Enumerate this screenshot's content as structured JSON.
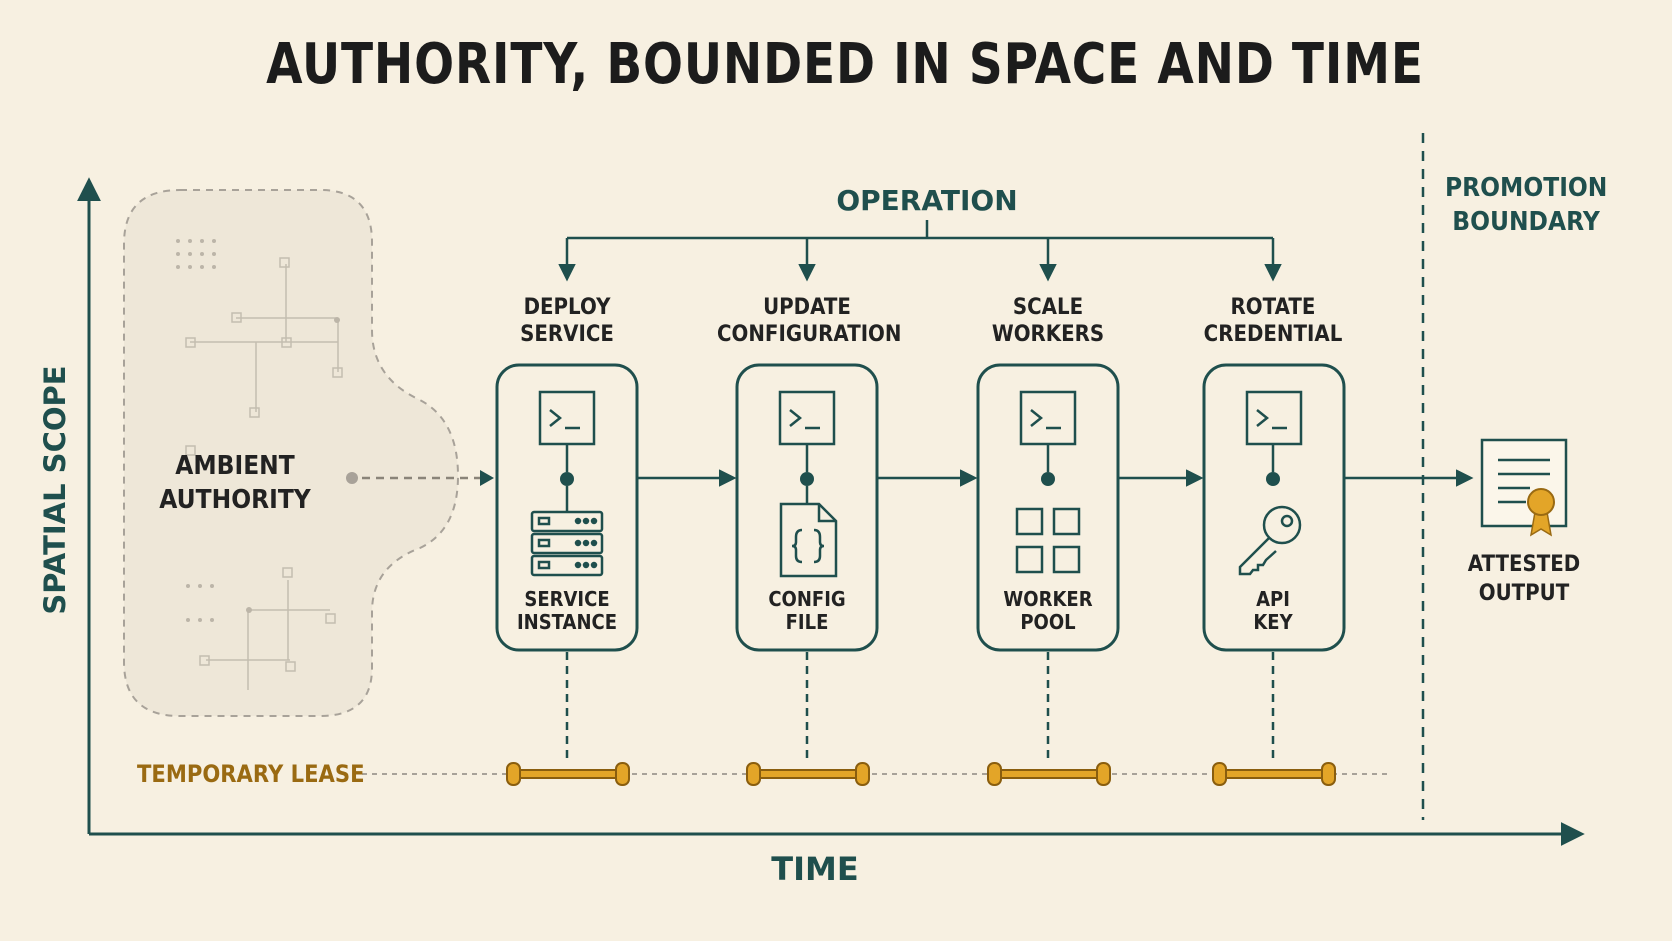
{
  "title": "AUTHORITY, BOUNDED IN SPACE AND TIME",
  "axes": {
    "y_label": "SPATIAL SCOPE",
    "x_label": "TIME"
  },
  "ambient": {
    "line1": "AMBIENT",
    "line2": "AUTHORITY"
  },
  "operation_label": "OPERATION",
  "promotion": {
    "line1": "PROMOTION",
    "line2": "BOUNDARY"
  },
  "output": {
    "line1": "ATTESTED",
    "line2": "OUTPUT",
    "icon": "certificate-icon"
  },
  "lease_label": "TEMPORARY LEASE",
  "steps": [
    {
      "op1": "DEPLOY",
      "op2": "SERVICE",
      "res1": "SERVICE",
      "res2": "INSTANCE",
      "icon": "server-icon"
    },
    {
      "op1": "UPDATE",
      "op2": "CONFIGURATION",
      "res1": "CONFIG",
      "res2": "FILE",
      "icon": "config-file-icon"
    },
    {
      "op1": "SCALE",
      "op2": "WORKERS",
      "res1": "WORKER",
      "res2": "POOL",
      "icon": "worker-grid-icon"
    },
    {
      "op1": "ROTATE",
      "op2": "CREDENTIAL",
      "res1": "API",
      "res2": "KEY",
      "icon": "key-icon"
    }
  ],
  "colors": {
    "background": "#f7f0e1",
    "primary": "#1f4f4d",
    "lease": "#e3a528",
    "lease_label": "#9a6a12",
    "ambient_fill": "#eee7d8",
    "ambient_stroke": "#a8a299"
  }
}
